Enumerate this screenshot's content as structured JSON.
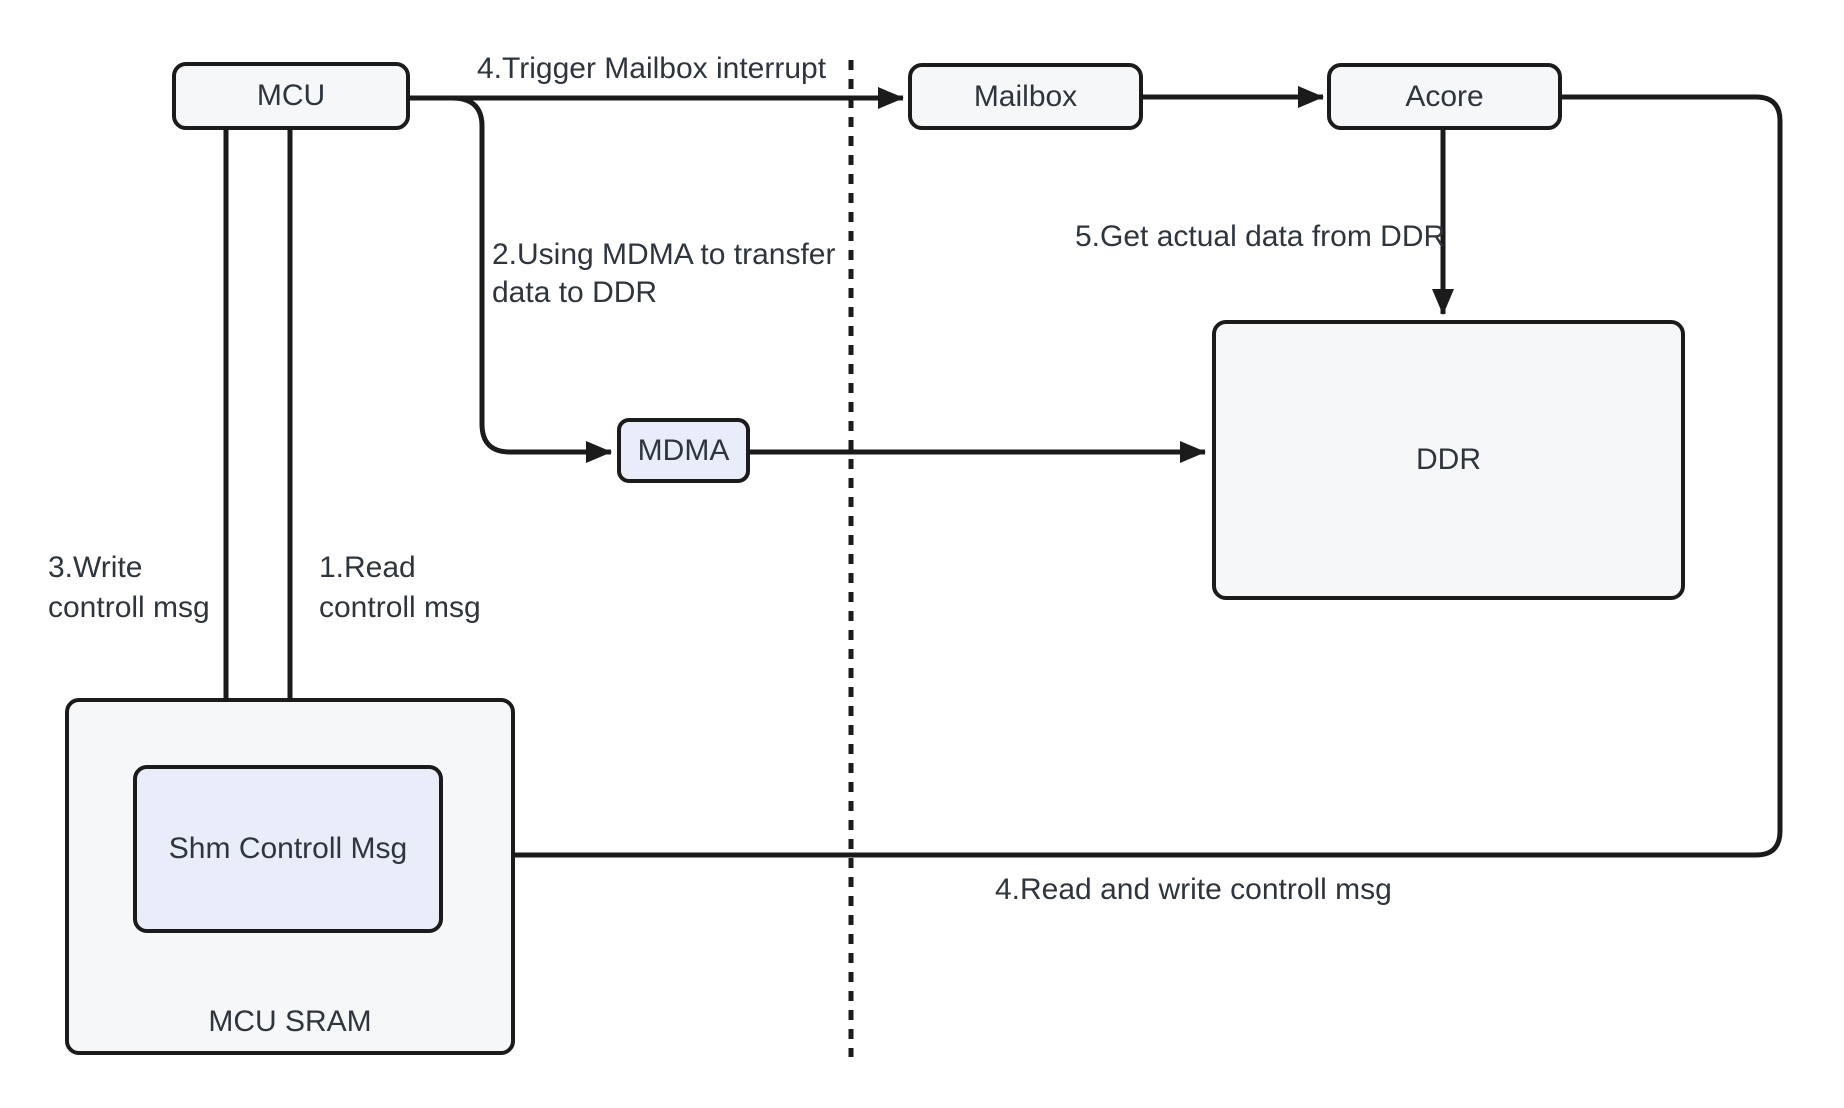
{
  "nodes": {
    "mcu": {
      "label": "MCU"
    },
    "mailbox": {
      "label": "Mailbox"
    },
    "acore": {
      "label": "Acore"
    },
    "mdma": {
      "label": "MDMA"
    },
    "ddr": {
      "label": "DDR"
    },
    "mcu_sram": {
      "label": "MCU SRAM"
    },
    "shm": {
      "label": "Shm Controll Msg"
    }
  },
  "annotations": {
    "trigger_interrupt": "4.Trigger Mailbox interrupt",
    "mdma_transfer": "2.Using MDMA to transfer\ndata to DDR",
    "write_ctrl": "3.Write\ncontroll msg",
    "read_ctrl": "1.Read\ncontroll msg",
    "get_data": "5.Get actual data from DDR",
    "read_write": "4.Read and write controll msg"
  },
  "colors": {
    "line": "#1b1b1b",
    "node_fill": "#f5f7f9",
    "highlight_fill": "#e9edf9",
    "text": "#2f353d",
    "background": "#ffffff"
  }
}
